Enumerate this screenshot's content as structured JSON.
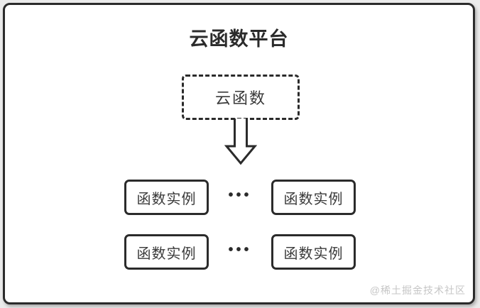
{
  "diagram": {
    "title": "云函数平台",
    "root_node": {
      "label": "云函数"
    },
    "rows": [
      {
        "left": "函数实例",
        "dots": "•••",
        "right": "函数实例"
      },
      {
        "left": "函数实例",
        "dots": "•••",
        "right": "函数实例"
      }
    ],
    "watermark": "@稀土掘金技术社区",
    "colors": {
      "border": "#2b2b2b",
      "text": "#3a3a3a",
      "background": "#ffffff",
      "outer_background": "#ebebeb",
      "watermark": "#c6c6c6"
    }
  }
}
